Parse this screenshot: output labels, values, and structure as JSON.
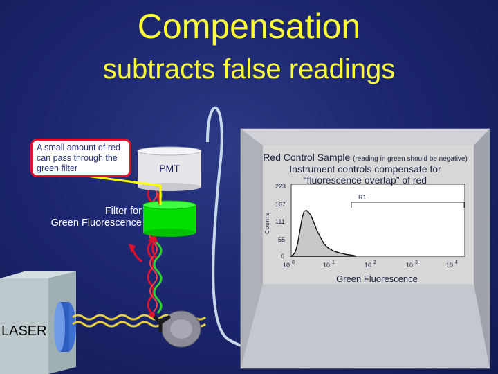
{
  "title": "Compensation",
  "subtitle": "subtracts false readings",
  "callout": {
    "text": "A small amount of red can pass through the green filter"
  },
  "pmt": {
    "label": "PMT"
  },
  "filter": {
    "label_line1": "Filter for",
    "label_line2": "Green Fluorescence"
  },
  "laser": {
    "label": "LASER"
  },
  "monitor": {
    "title_main": "Red Control Sample",
    "title_note": "(reading in green should be negative)",
    "line2": "Instrument controls compensate for",
    "line3": "“fluorescence overlap” of red"
  },
  "colors": {
    "title": "#ffff33",
    "callout_border": "#e8102a",
    "filter": "#00e000",
    "pmt": "#e6e6ea",
    "laser_box": "#bcc8cc",
    "beam": "#e8d040",
    "red_light": "#e0102a",
    "green_light": "#30d030",
    "screen": "#d7d7d7",
    "fiber": "#c8d8e8"
  },
  "chart_data": {
    "type": "histogram",
    "xlabel": "Green Fluorescence",
    "ylabel": "Counts",
    "x_scale": "log",
    "x_tick_base": "10",
    "x_tick_exponents": [
      "0",
      "1",
      "2",
      "3",
      "4"
    ],
    "y_ticks": [
      "0",
      "55",
      "111",
      "167",
      "223"
    ],
    "ylim": [
      0,
      223
    ],
    "gate": {
      "label": "R1",
      "x_start_decade": 1.5,
      "x_end_decade": 4.0
    },
    "x_decade": [
      0.05,
      0.1,
      0.15,
      0.2,
      0.25,
      0.3,
      0.35,
      0.4,
      0.45,
      0.5,
      0.55,
      0.6,
      0.65,
      0.7,
      0.75,
      0.8,
      0.85,
      0.9,
      0.95,
      1.0,
      1.05,
      1.1,
      1.15,
      1.2,
      1.25,
      1.3,
      1.35,
      1.4,
      1.45
    ],
    "counts": [
      5,
      15,
      40,
      80,
      118,
      140,
      142,
      136,
      128,
      112,
      95,
      78,
      65,
      52,
      40,
      32,
      26,
      22,
      18,
      15,
      13,
      11,
      9,
      8,
      6,
      5,
      4,
      3,
      2
    ]
  }
}
